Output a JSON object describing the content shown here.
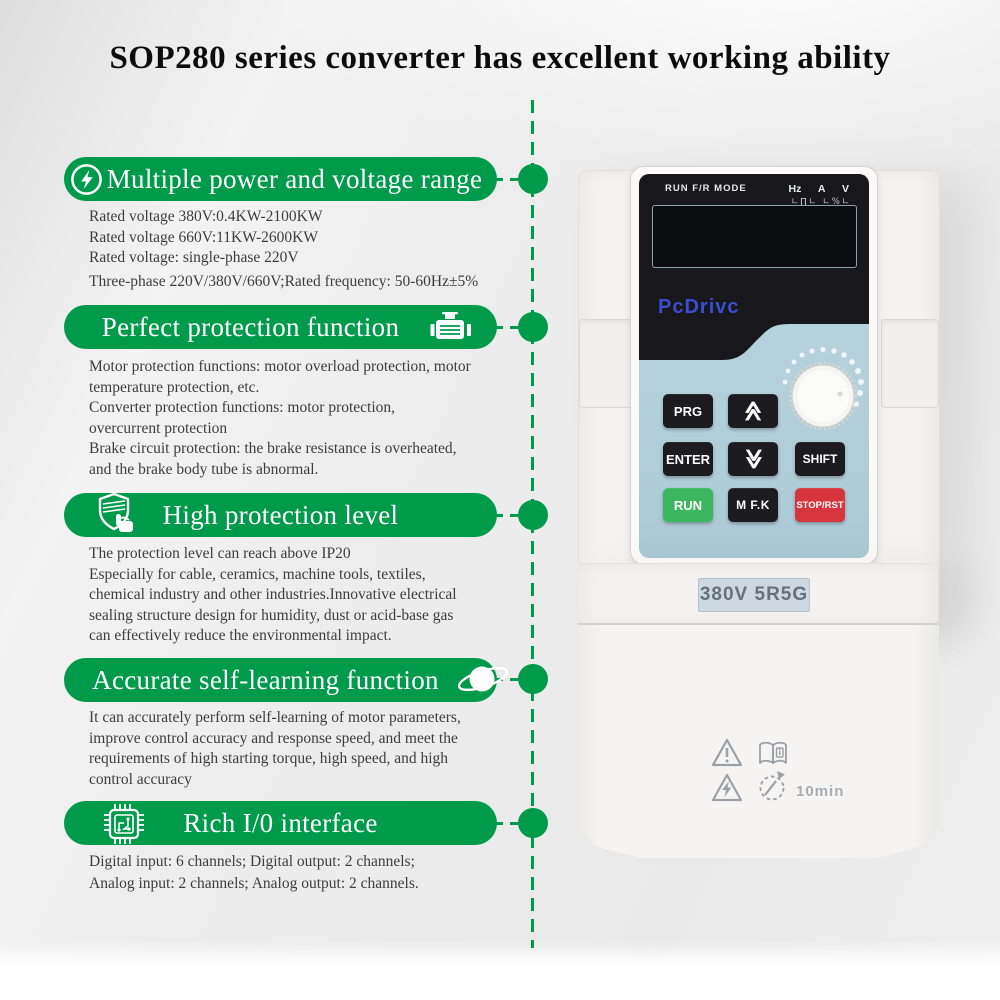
{
  "title": "SOP280 series converter has excellent working ability",
  "theme": {
    "accent_green": "#009a4b",
    "body_text": "#3d3d3d",
    "panel_black": "#17171c",
    "keypad_blue": "#b3d0da",
    "logo_blue": "#3a4ed1",
    "run_green": "#3db75f",
    "stop_red": "#d6353d"
  },
  "sections": [
    {
      "title": "Multiple power and voltage range",
      "icon": "power-pulse-circle-icon",
      "lines": [
        "Rated voltage 380V:0.4KW-2100KW",
        "Rated voltage 660V:11KW-2600KW",
        "Rated voltage: single-phase 220V",
        "Three-phase 220V/380V/660V;Rated frequency: 50-60Hz±5%"
      ]
    },
    {
      "title": "Perfect protection function",
      "icon": "motor-icon",
      "lines": [
        "Motor protection functions: motor overload protection, motor",
        "temperature protection, etc.",
        "Converter protection functions: motor protection,",
        "overcurrent protection",
        "Brake circuit protection: the brake resistance is overheated,",
        "and the brake body tube is abnormal."
      ]
    },
    {
      "title": "High protection level",
      "icon": "shield-hand-icon",
      "lines": [
        "The protection level can reach above IP20",
        "Especially for cable, ceramics, machine tools, textiles,",
        "chemical industry and other industries.Innovative electrical",
        "sealing structure design for humidity, dust or acid-base gas",
        "can effectively reduce the environmental impact."
      ]
    },
    {
      "title": "Accurate self-learning function",
      "icon": "globe-orbit-icon",
      "lines": [
        "It can accurately perform self-learning of motor parameters,",
        "improve control accuracy and response speed, and meet the",
        "requirements of high starting torque, high speed, and high",
        "control accuracy"
      ]
    },
    {
      "title": "Rich I/0 interface",
      "icon": "chip-icon",
      "lines": [
        "Digital input: 6 channels; Digital output: 2 channels;",
        "Analog input: 2 channels; Analog output: 2 channels."
      ]
    }
  ],
  "device": {
    "indicators": {
      "left": "RUN  F/R MODE",
      "right": "Hz A V",
      "units": "∟∏∟ ∟%∟"
    },
    "brand": "PcDrivc",
    "buttons": {
      "prg": "PRG",
      "enter": "ENTER",
      "shift": "SHIFT",
      "run": "RUN",
      "mfk": "M F.K",
      "stop": "STOP/RST"
    },
    "model_label": "380V 5R5G",
    "warning_minutes": "10min"
  }
}
